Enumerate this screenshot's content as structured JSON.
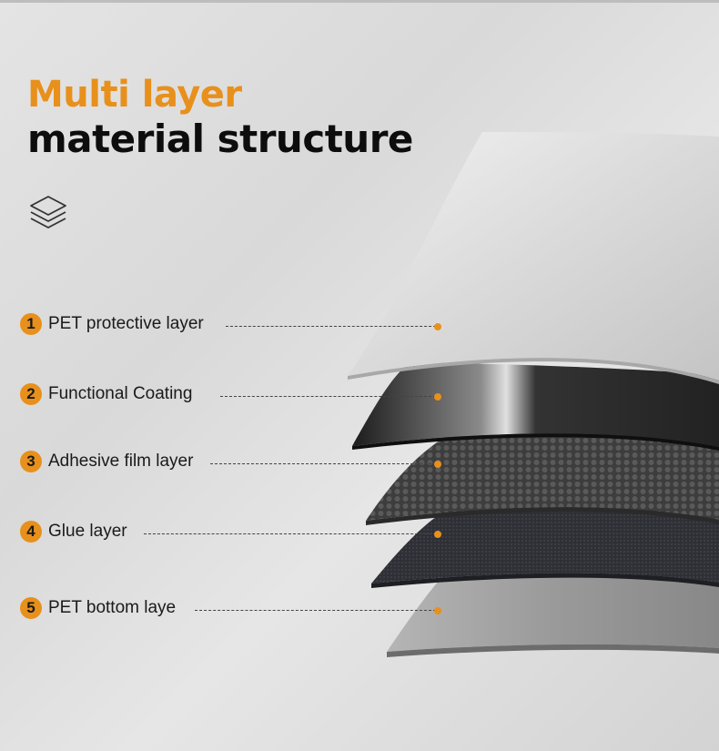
{
  "title": {
    "line1": "Multi layer",
    "line2": "material structure"
  },
  "colors": {
    "accent": "#e8901c",
    "dark": "#0d0d0d"
  },
  "icons": {
    "header": "layers-icon"
  },
  "layers": [
    {
      "number": "1",
      "label": "PET protective layer"
    },
    {
      "number": "2",
      "label": "Functional Coating"
    },
    {
      "number": "3",
      "label": "Adhesive film layer"
    },
    {
      "number": "4",
      "label": "Glue layer"
    },
    {
      "number": "5",
      "label": "PET bottom laye"
    }
  ]
}
